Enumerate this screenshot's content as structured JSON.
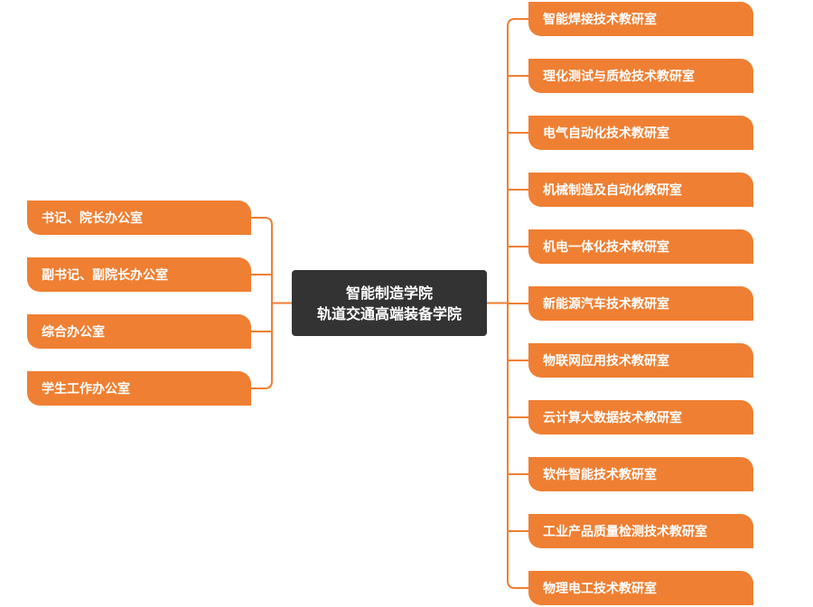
{
  "colors": {
    "node_fill": "#ef7f32",
    "center_fill": "#333333",
    "line": "#ef7f32",
    "text": "#ffffff"
  },
  "center": {
    "line1": "智能制造学院",
    "line2": "轨道交通高端装备学院"
  },
  "left_nodes": [
    {
      "label": "书记、院长办公室"
    },
    {
      "label": "副书记、副院长办公室"
    },
    {
      "label": "综合办公室"
    },
    {
      "label": "学生工作办公室"
    }
  ],
  "right_nodes": [
    {
      "label": "智能焊接技术教研室"
    },
    {
      "label": "理化测试与质检技术教研室"
    },
    {
      "label": "电气自动化技术教研室"
    },
    {
      "label": "机械制造及自动化教研室"
    },
    {
      "label": "机电一体化技术教研室"
    },
    {
      "label": "新能源汽车技术教研室"
    },
    {
      "label": "物联网应用技术教研室"
    },
    {
      "label": "云计算大数据技术教研室"
    },
    {
      "label": "软件智能技术教研室"
    },
    {
      "label": "工业产品质量检测技术教研室"
    },
    {
      "label": "物理电工技术教研室"
    }
  ]
}
